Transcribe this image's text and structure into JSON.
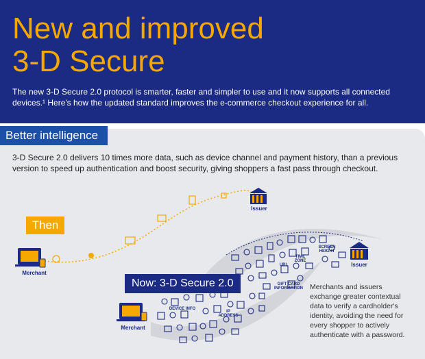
{
  "header": {
    "title_line1": "New and improved",
    "title_line2": "3-D Secure",
    "intro": "The new 3-D Secure 2.0 protocol is smarter, faster and simpler to use and it now supports all connected devices.¹ Here's how the updated standard improves the e-commerce checkout experience for all."
  },
  "section": {
    "tab": "Better intelligence",
    "description": "3-D Secure 2.0 delivers 10 times more data, such as device channel and payment history, than a previous version to speed up authentication and boost security, giving shoppers a fast pass through checkout."
  },
  "graphic": {
    "then_label": "Then",
    "now_label": "Now: 3-D Secure 2.0",
    "merchant_label": "Merchant",
    "issuer_label": "Issuer",
    "data_labels": {
      "device_info": "DEVICE INFO",
      "gift_card": "GIFT CARD INFORMATION",
      "url": "URL",
      "screen_height": "SCREEN HEIGHT",
      "time_zone": "TIME ZONE",
      "ip_address": "IP ADDRESS"
    },
    "side_text": "Merchants and issuers exchange greater contextual data to verify a cardholder's identity, avoiding the need for every shopper to actively authenticate with a password."
  },
  "colors": {
    "navy": "#1b2a83",
    "orange": "#f6a800",
    "blue_tab": "#1c4fa8",
    "panel": "#e8e9ec"
  }
}
